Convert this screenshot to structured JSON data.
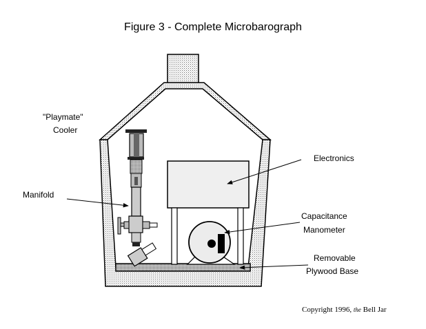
{
  "title": "Figure 3 - Complete Microbarograph",
  "labels": {
    "cooler_line1": "\"Playmate\"",
    "cooler_line2": "Cooler",
    "manifold": "Manifold",
    "electronics": "Electronics",
    "manometer_line1": "Capacitance",
    "manometer_line2": "Manometer",
    "base_line1": "Removable",
    "base_line2": "Plywood Base"
  },
  "copyright": {
    "prefix": "Copyright 1996,",
    "italic": "the",
    "suffix": "Bell Jar"
  }
}
